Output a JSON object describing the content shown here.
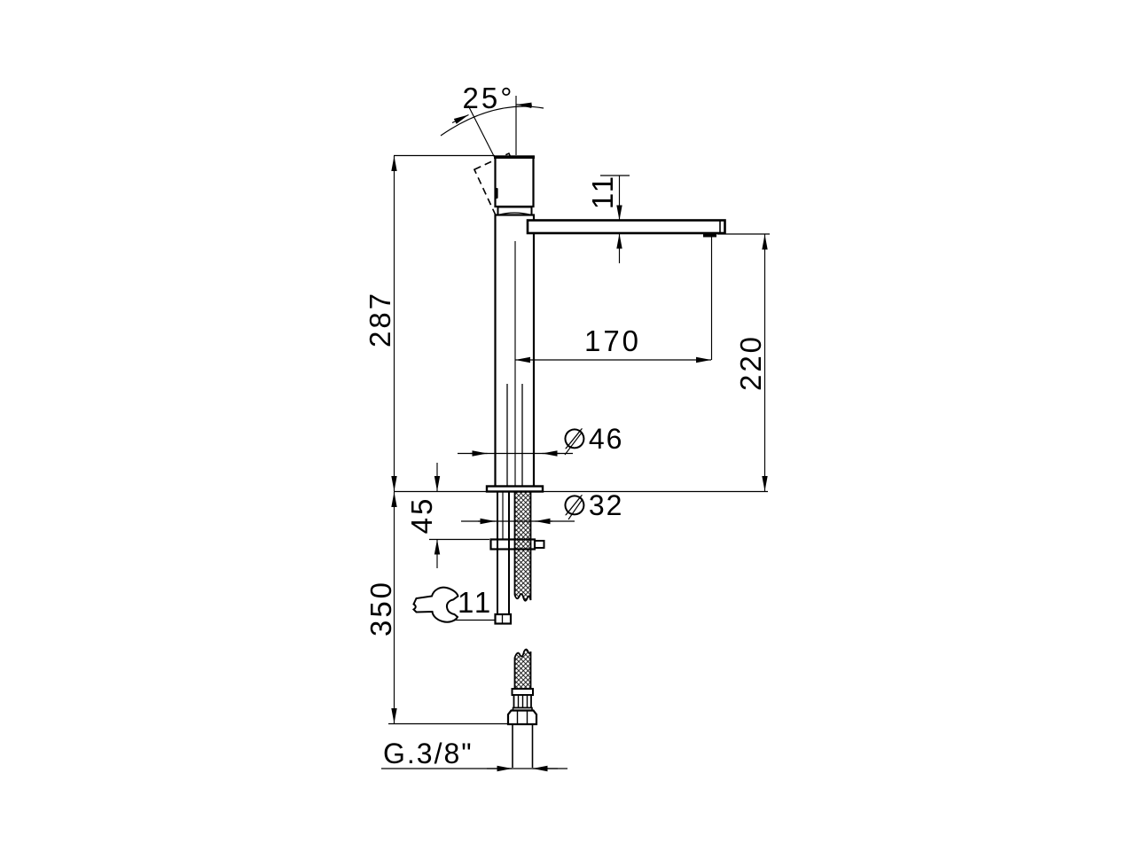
{
  "canvas": {
    "background": "#ffffff",
    "line_color": "#000000",
    "drawing_type": "technical dimension drawing, basin mixer tap side view"
  },
  "dimensions": {
    "handle_angle": "25°",
    "spout_thickness": "11",
    "height_deck_to_top": "287",
    "spout_reach": "170",
    "spout_height_above_deck": "220",
    "base_diameter": "∅46",
    "max_deck_thickness": "45",
    "shank_diameter": "∅32",
    "below_deck_length": "350",
    "wrench_size": "11",
    "supply_thread": "G.3/8\""
  }
}
